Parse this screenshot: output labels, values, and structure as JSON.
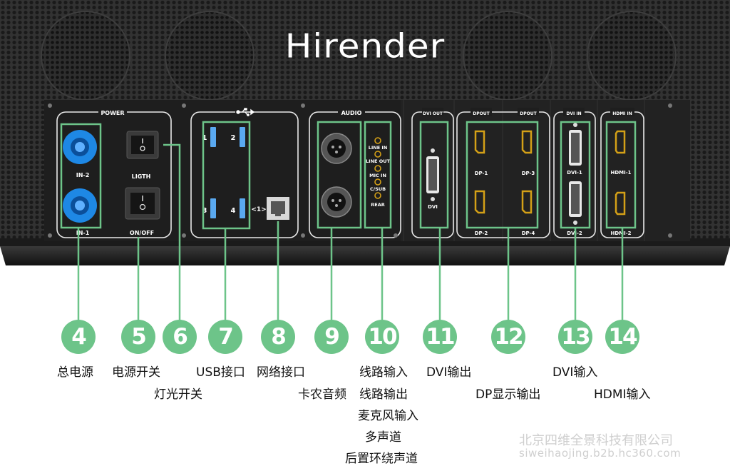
{
  "brand": {
    "logo_text": "Hirender"
  },
  "panel_labels": {
    "power": "POWER",
    "audio": "AUDIO",
    "dvi_out": "DVI OUT",
    "dp_out_1": "DPOUT",
    "dp_out_2": "DPOUT",
    "dvi_in": "DVI IN",
    "hdmi_in": "HDMI IN"
  },
  "port_labels": {
    "in2": "IN-2",
    "in1": "IN-1",
    "ligth": "LIGTH",
    "onoff": "ON/OFF",
    "usb1": "1",
    "usb2": "2",
    "usb3": "3",
    "usb4": "4",
    "rj45": "<1>",
    "line_in": "LINE IN",
    "line_out": "LINE OUT",
    "mic_in": "MIC IN",
    "c_sub": "C/SUB",
    "rear": "REAR",
    "dvi": "DVI",
    "dp1": "DP-1",
    "dp2": "DP-2",
    "dp3": "DP-3",
    "dp4": "DP-4",
    "dvi1": "DVI-1",
    "dvi2": "DVI-2",
    "hdmi1": "HDMI-1",
    "hdmi2": "HDMI-2"
  },
  "callouts": [
    {
      "number": "4",
      "lines": [
        "总电源"
      ]
    },
    {
      "number": "5",
      "lines": [
        "电源开关"
      ]
    },
    {
      "number": "6",
      "lines": [
        "灯光开关"
      ]
    },
    {
      "number": "7",
      "lines": [
        "USB接口"
      ]
    },
    {
      "number": "8",
      "lines": [
        "网络接口"
      ]
    },
    {
      "number": "9",
      "lines": [
        "卡农音频"
      ]
    },
    {
      "number": "10",
      "lines": [
        "线路输入",
        "线路输出",
        "麦克风输入",
        "多声道",
        "后置环绕声道"
      ]
    },
    {
      "number": "11",
      "lines": [
        "DVI输出"
      ]
    },
    {
      "number": "12",
      "lines": [
        "DP显示输出"
      ]
    },
    {
      "number": "13",
      "lines": [
        "DVI输入"
      ]
    },
    {
      "number": "14",
      "lines": [
        "HDMI输入"
      ]
    }
  ],
  "watermark": {
    "company": "北京四维全景科技有限公司",
    "website": "siweihaojing.b2b.hc360.com"
  },
  "colors": {
    "accent_green": "#6dc489",
    "chassis": "#2b2b2b",
    "panel": "#1f1f1f",
    "powercon_blue": "#1e88e5",
    "port_gold": "#d4a017"
  }
}
